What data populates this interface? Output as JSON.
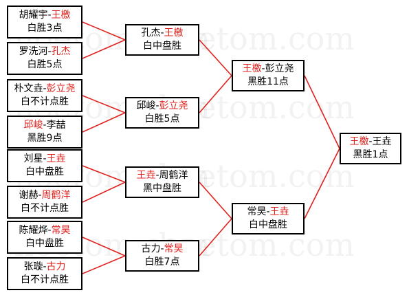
{
  "watermark": "hoetom.com",
  "colors": {
    "winner": "#e0201c",
    "line": "#e0201c",
    "text": "#000000"
  },
  "bracket": {
    "round1": [
      {
        "a": "胡耀宇",
        "b": "王檄",
        "winner": "b",
        "result": "白胜3点"
      },
      {
        "a": "罗洗河",
        "b": "孔杰",
        "winner": "b",
        "result": "白胜5点"
      },
      {
        "a": "朴文垚",
        "b": "彭立尧",
        "winner": "b",
        "result": "白不计点胜"
      },
      {
        "a": "邱峻",
        "b": "李喆",
        "winner": "a",
        "result": "黑胜9点"
      },
      {
        "a": "刘星",
        "b": "王垚",
        "winner": "b",
        "result": "白中盘胜"
      },
      {
        "a": "谢赫",
        "b": "周鹤洋",
        "winner": "b",
        "result": "白不计点胜"
      },
      {
        "a": "陈耀烨",
        "b": "常昊",
        "winner": "b",
        "result": "白中盘胜"
      },
      {
        "a": "张璇",
        "b": "古力",
        "winner": "b",
        "result": "白不计点胜"
      }
    ],
    "round2": [
      {
        "a": "孔杰",
        "b": "王檄",
        "winner": "b",
        "result": "白中盘胜"
      },
      {
        "a": "邱峻",
        "b": "彭立尧",
        "winner": "b",
        "result": "白胜5点"
      },
      {
        "a": "王垚",
        "b": "周鹤洋",
        "winner": "a",
        "result": "黑中盘胜"
      },
      {
        "a": "古力",
        "b": "常昊",
        "winner": "b",
        "result": "白胜7点"
      }
    ],
    "semifinal": [
      {
        "a": "王檄",
        "b": "彭立尧",
        "winner": "a",
        "result": "黑胜11点"
      },
      {
        "a": "常昊",
        "b": "王垚",
        "winner": "b",
        "result": "白中盘胜"
      }
    ],
    "final": [
      {
        "a": "王檄",
        "b": "王垚",
        "winner": "a",
        "result": "黑胜1点"
      }
    ]
  }
}
